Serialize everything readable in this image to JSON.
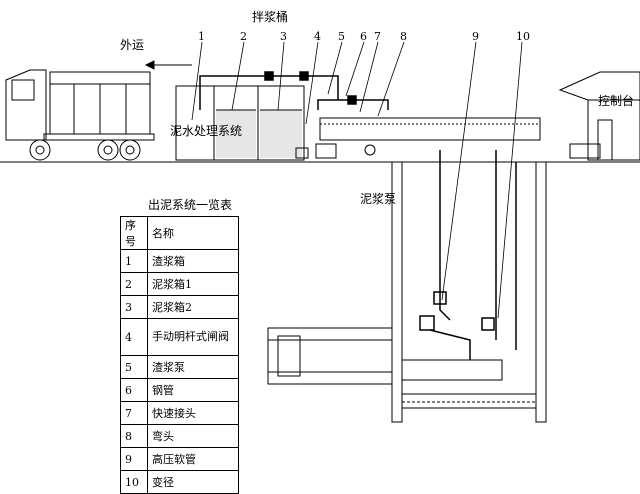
{
  "labels": {
    "outbound": "外运",
    "mixing_bucket": "拌浆桶",
    "mud_system": "泥水处理系统",
    "control_room": "控制台",
    "mud_pump": "泥浆泵"
  },
  "callouts": [
    "1",
    "2",
    "3",
    "4",
    "5",
    "6",
    "7",
    "8",
    "9",
    "10"
  ],
  "table": {
    "title": "出泥系统一览表",
    "header": [
      "序号",
      "名称"
    ],
    "rows": [
      {
        "no": "1",
        "name": "渣浆箱"
      },
      {
        "no": "2",
        "name": "泥浆箱1"
      },
      {
        "no": "3",
        "name": "泥浆箱2"
      },
      {
        "no": "4",
        "name": "手动明杆式闸阀"
      },
      {
        "no": "5",
        "name": "渣浆泵"
      },
      {
        "no": "6",
        "name": "钢管"
      },
      {
        "no": "7",
        "name": "快速接头"
      },
      {
        "no": "8",
        "name": "弯头"
      },
      {
        "no": "9",
        "name": "高压软管"
      },
      {
        "no": "10",
        "name": "变径"
      }
    ]
  }
}
